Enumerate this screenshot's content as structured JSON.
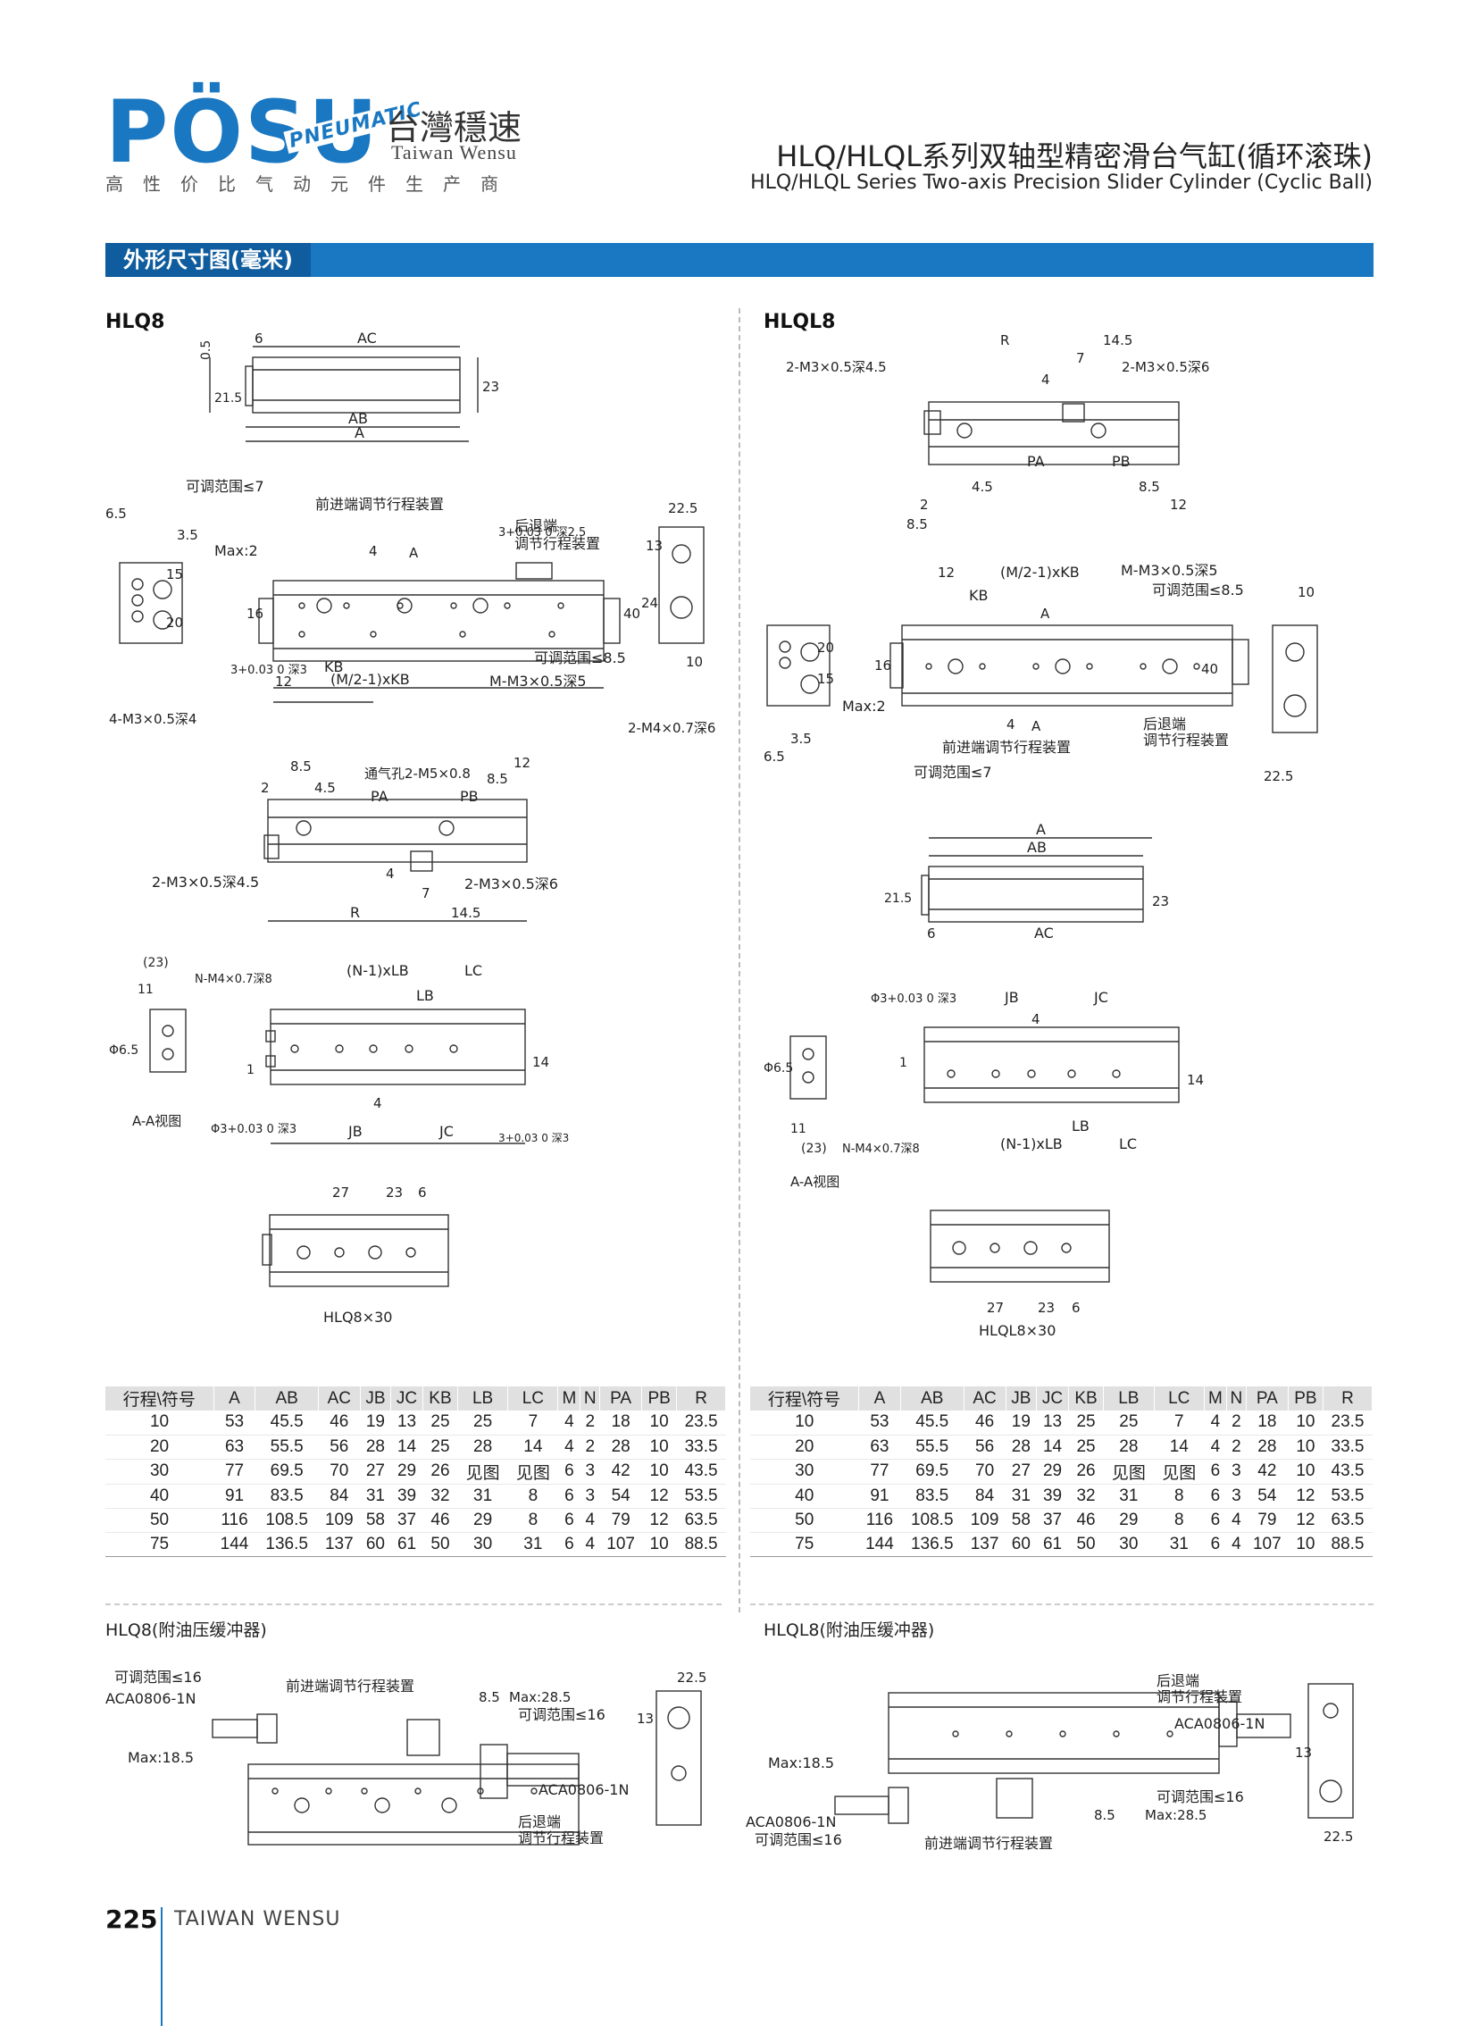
{
  "header": {
    "logo": "PÖSU",
    "logo_tag": "PNEUMATIC",
    "brand_cn": "台灣穩速",
    "brand_en": "Taiwan Wensu",
    "slogan": "高性价比气动元件生产商",
    "title_cn": "HLQ/HLQL系列双轴型精密滑台气缸(循环滚珠)",
    "title_en": "HLQ/HLQL Series Two-axis Precision Slider Cylinder (Cyclic Ball)"
  },
  "section": {
    "title": "外形尺寸图(毫米)"
  },
  "left": {
    "title": "HLQ8",
    "view_label": "A-A视图",
    "example_label": "HLQ8×30",
    "labels": {
      "d0_5": "0.5",
      "d6": "6",
      "ac": "AC",
      "d21_5": "21.5",
      "d23": "23",
      "ab": "AB",
      "a": "A",
      "adj7": "可调范围≤7",
      "d6_5": "6.5",
      "d3_5": "3.5",
      "fwd_adj": "前进端调节行程装置",
      "max2": "Max:2",
      "d4": "4",
      "aa": "A",
      "pin_hole": "3+0.03 0 深2.5",
      "rear_adj1": "后退端",
      "rear_adj2": "调节行程装置",
      "d15": "15",
      "d20": "20",
      "d16": "16",
      "d40": "40",
      "adj8_5": "可调范围≤8.5",
      "pin3": "3+0.03 0 深3",
      "d12": "12",
      "kb": "KB",
      "m2kb": "(M/2-1)xKB",
      "mm3": "M-M3×0.5深5",
      "m3x4": "4-M3×0.5深4",
      "d22_5": "22.5",
      "d13": "13",
      "d24": "24",
      "d10": "10",
      "m4x6": "2-M4×0.7深6",
      "d8_5": "8.5",
      "d2": "2",
      "vent": "通气孔2-M5×0.8",
      "pa": "PA",
      "pb": "PB",
      "m3x4_5": "2-M3×0.5深4.5",
      "m3x6": "2-M3×0.5深6",
      "d7": "7",
      "d4_5": "4.5",
      "r": "R",
      "d14_5": "14.5",
      "d23b": "(23)",
      "d11": "11",
      "phi6_5": "Φ6.5",
      "nm4": "N-M4×0.7深8",
      "n1lb": "(N-1)xLB",
      "lc": "LC",
      "lb": "LB",
      "d1": "1",
      "d14": "14",
      "phi3": "Φ3+0.03 0 深3",
      "jb": "JB",
      "jc": "JC",
      "pin3b": "3+0.03 0 深3",
      "d27": "27",
      "d23c": "23",
      "d6b": "6"
    }
  },
  "right": {
    "title": "HLQL8",
    "view_label": "A-A视图",
    "example_label": "HLQL8×30"
  },
  "table": {
    "headers": [
      "行程\\符号",
      "A",
      "AB",
      "AC",
      "JB",
      "JC",
      "KB",
      "LB",
      "LC",
      "M",
      "N",
      "PA",
      "PB",
      "R"
    ],
    "rows": [
      [
        "10",
        "53",
        "45.5",
        "46",
        "19",
        "13",
        "25",
        "25",
        "7",
        "4",
        "2",
        "18",
        "10",
        "23.5"
      ],
      [
        "20",
        "63",
        "55.5",
        "56",
        "28",
        "14",
        "25",
        "28",
        "14",
        "4",
        "2",
        "28",
        "10",
        "33.5"
      ],
      [
        "30",
        "77",
        "69.5",
        "70",
        "27",
        "29",
        "26",
        "见图",
        "见图",
        "6",
        "3",
        "42",
        "10",
        "43.5"
      ],
      [
        "40",
        "91",
        "83.5",
        "84",
        "31",
        "39",
        "32",
        "31",
        "8",
        "6",
        "3",
        "54",
        "12",
        "53.5"
      ],
      [
        "50",
        "116",
        "108.5",
        "109",
        "58",
        "37",
        "46",
        "29",
        "8",
        "6",
        "4",
        "79",
        "12",
        "63.5"
      ],
      [
        "75",
        "144",
        "136.5",
        "137",
        "60",
        "61",
        "50",
        "30",
        "31",
        "6",
        "4",
        "107",
        "10",
        "88.5"
      ]
    ]
  },
  "buffer": {
    "left_title": "HLQ8(附油压缓冲器)",
    "right_title": "HLQL8(附油压缓冲器)",
    "adj16": "可调范围≤16",
    "aca": "ACA0806-1N",
    "fwd": "前进端调节行程装置",
    "max18_5": "Max:18.5",
    "d8_5": "8.5",
    "max28_5": "Max:28.5",
    "rear1": "后退端",
    "rear2": "调节行程装置",
    "d22_5": "22.5",
    "d13": "13"
  },
  "footer": {
    "page": "225",
    "text": "TAIWAN WENSU"
  },
  "colors": {
    "brand_blue": "#1a78c2",
    "bar_dark": "#0f5c9e"
  }
}
